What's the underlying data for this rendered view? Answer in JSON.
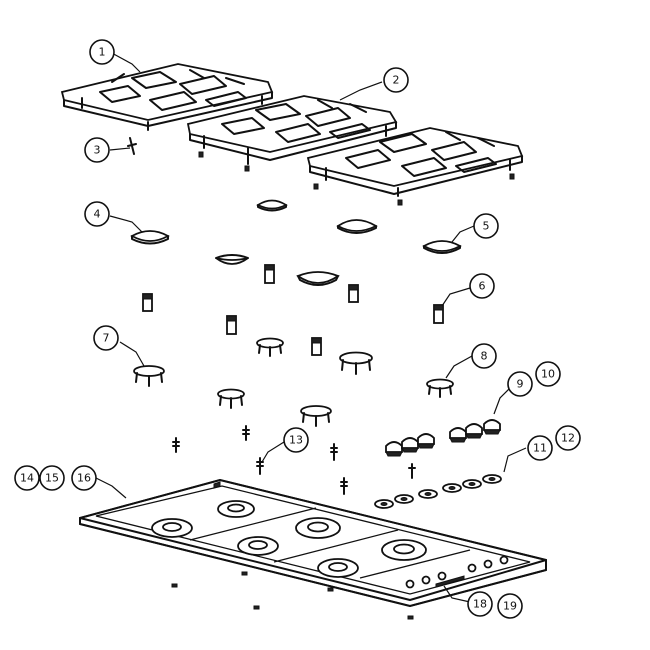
{
  "callouts": [
    {
      "id": "c1",
      "label": "1"
    },
    {
      "id": "c2",
      "label": "2"
    },
    {
      "id": "c3",
      "label": "3"
    },
    {
      "id": "c4",
      "label": "4"
    },
    {
      "id": "c5",
      "label": "5"
    },
    {
      "id": "c6",
      "label": "6"
    },
    {
      "id": "c7",
      "label": "7"
    },
    {
      "id": "c8",
      "label": "8"
    },
    {
      "id": "c9",
      "label": "9"
    },
    {
      "id": "c10",
      "label": "10"
    },
    {
      "id": "c11",
      "label": "11"
    },
    {
      "id": "c12",
      "label": "12"
    },
    {
      "id": "c13",
      "label": "13"
    },
    {
      "id": "c14",
      "label": "14"
    },
    {
      "id": "c15",
      "label": "15"
    },
    {
      "id": "c16",
      "label": "16"
    },
    {
      "id": "c18",
      "label": "18"
    },
    {
      "id": "c19",
      "label": "19"
    }
  ]
}
